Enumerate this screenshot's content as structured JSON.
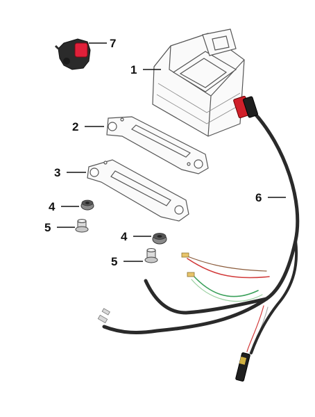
{
  "callouts": [
    {
      "id": "1",
      "label": "1"
    },
    {
      "id": "2",
      "label": "2"
    },
    {
      "id": "3",
      "label": "3"
    },
    {
      "id": "4a",
      "label": "4"
    },
    {
      "id": "5a",
      "label": "5"
    },
    {
      "id": "4b",
      "label": "4"
    },
    {
      "id": "5b",
      "label": "5"
    },
    {
      "id": "6",
      "label": "6"
    },
    {
      "id": "7",
      "label": "7"
    }
  ],
  "colors": {
    "outline": "#555555",
    "cable": "#2a2a2a",
    "connector_red": "#d0202a",
    "wire_red": "#d23a3a",
    "wire_green": "#3aa05a",
    "wire_brown": "#8a5a3a",
    "switch_body": "#2b2b2b",
    "switch_red": "#e0203a"
  }
}
